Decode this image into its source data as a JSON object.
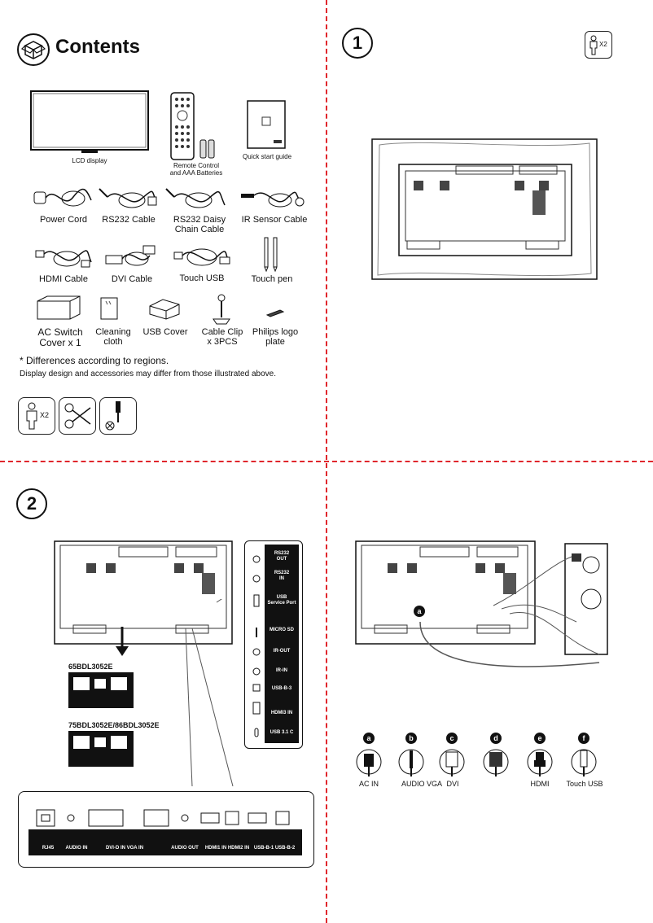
{
  "contents": {
    "title": "Contents",
    "items": [
      {
        "label": "LCD display"
      },
      {
        "label": "Remote Control\nand AAA Batteries"
      },
      {
        "label": "Quick start guide"
      },
      {
        "label": "Power Cord"
      },
      {
        "label": "RS232 Cable"
      },
      {
        "label": "RS232 Daisy\nChain Cable"
      },
      {
        "label": "IR Sensor Cable"
      },
      {
        "label": "HDMI Cable"
      },
      {
        "label": "DVI Cable"
      },
      {
        "label": "Touch USB"
      },
      {
        "label": "Touch pen"
      },
      {
        "label": "AC Switch\nCover x 1"
      },
      {
        "label": "Cleaning\ncloth"
      },
      {
        "label": "USB Cover"
      },
      {
        "label": "Cable Clip\nx 3PCS"
      },
      {
        "label": "Philips logo\nplate"
      }
    ],
    "note_regions": "* Differences according to regions.",
    "note_design": "Display design and accessories may differ from those illustrated above.",
    "tools": {
      "people_count": "X2"
    }
  },
  "step1": {
    "number": "1",
    "people_count": "X2"
  },
  "step2": {
    "number": "2",
    "model_a": "65BDL3052E",
    "model_b": "75BDL3052E/86BDL3052E",
    "side_ports": [
      "RS232\nOUT",
      "RS232\nIN",
      "USB\nService Port",
      "MICRO SD",
      "IR-OUT",
      "IR-IN",
      "USB-B-3",
      "HDMI3 IN",
      "USB 3.1 C"
    ],
    "bottom_ports": [
      "RJ45",
      "AUDIO IN",
      "DVI-D IN VGA IN",
      "AUDIO OUT",
      "HDMI1 IN HDMI2 IN",
      "USB-B-1 USB-B-2"
    ]
  },
  "step3": {
    "marker": "a",
    "connectors": [
      {
        "badge": "a",
        "label": "AC IN"
      },
      {
        "badge": "b",
        "label": "AUDIO VGA"
      },
      {
        "badge": "c",
        "label": "DVI"
      },
      {
        "badge": "d",
        "label": ""
      },
      {
        "badge": "e",
        "label": "HDMI"
      },
      {
        "badge": "f",
        "label": "Touch USB"
      }
    ]
  },
  "colors": {
    "divider": "#e0262c",
    "ink": "#111111"
  }
}
